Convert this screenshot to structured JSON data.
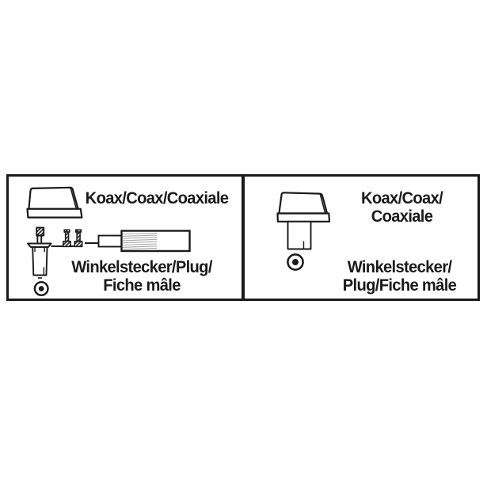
{
  "diagram": {
    "left_panel": {
      "coax_label": "Koax/Coax/Coaxiale",
      "plug_label_line1": "Winkelstecker/Plug/",
      "plug_label_line2": "Fiche mâle",
      "icons": [
        "protection-cap-icon",
        "angle-plug-icon",
        "screw-icon",
        "screw-icon",
        "stripped-coax-cable-icon",
        "plug-front-view-icon"
      ]
    },
    "right_panel": {
      "coax_label_line1": "Koax/Coax/",
      "coax_label_line2": "Coaxiale",
      "plug_label_line1": "Winkelstecker/",
      "plug_label_line2": "Plug/Fiche mâle",
      "icons": [
        "capped-angle-plug-icon",
        "plug-front-view-icon"
      ]
    },
    "colors": {
      "line": "#1a1a1a",
      "background": "#ffffff",
      "braid_hatch": "#a9a9a9"
    }
  }
}
